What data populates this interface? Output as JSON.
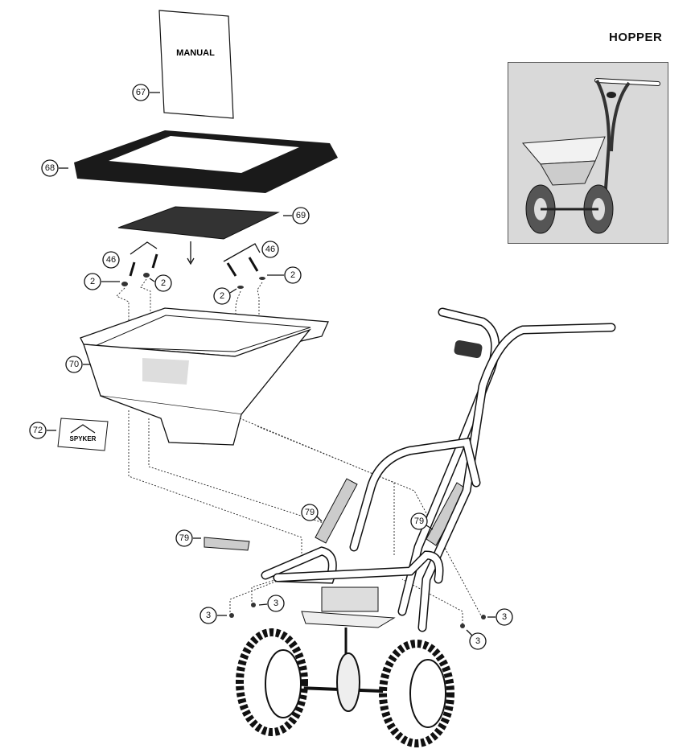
{
  "title": "HOPPER",
  "manual_label": "MANUAL",
  "logo_text": "SPYKER",
  "callouts": {
    "c67": "67",
    "c68": "68",
    "c69": "69",
    "c46a": "46",
    "c46b": "46",
    "c2a": "2",
    "c2b": "2",
    "c2c": "2",
    "c2d": "2",
    "c70": "70",
    "c72": "72",
    "c79a": "79",
    "c79b": "79",
    "c79c": "79",
    "c3a": "3",
    "c3b": "3",
    "c3c": "3",
    "c3d": "3"
  }
}
